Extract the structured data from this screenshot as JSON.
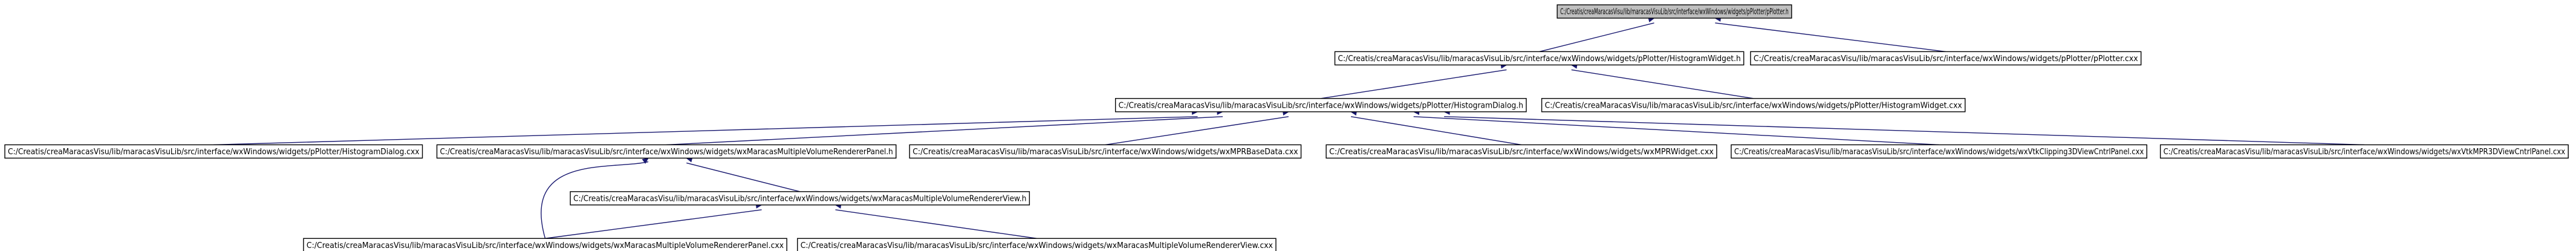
{
  "graph": {
    "nodes": {
      "root": "C:/Creatis/creaMaracasVisu/lib/maracasVisuLib/src/interface/wxWindows/widgets/pPlotter/pPlotter.h",
      "histogram_widget_h": "C:/Creatis/creaMaracasVisu/lib/maracasVisuLib/src/interface/wxWindows/widgets/pPlotter/HistogramWidget.h",
      "pplotter_cxx": "C:/Creatis/creaMaracasVisu/lib/maracasVisuLib/src/interface/wxWindows/widgets/pPlotter/pPlotter.cxx",
      "histogram_dialog_h": "C:/Creatis/creaMaracasVisu/lib/maracasVisuLib/src/interface/wxWindows/widgets/pPlotter/HistogramDialog.h",
      "histogram_widget_cxx": "C:/Creatis/creaMaracasVisu/lib/maracasVisuLib/src/interface/wxWindows/widgets/pPlotter/HistogramWidget.cxx",
      "histogram_dialog_cxx": "C:/Creatis/creaMaracasVisu/lib/maracasVisuLib/src/interface/wxWindows/widgets/pPlotter/HistogramDialog.cxx",
      "mmv_panel_h": "C:/Creatis/creaMaracasVisu/lib/maracasVisuLib/src/interface/wxWindows/widgets/wxMaracasMultipleVolumeRendererPanel.h",
      "mpr_base_data_cxx": "C:/Creatis/creaMaracasVisu/lib/maracasVisuLib/src/interface/wxWindows/widgets/wxMPRBaseData.cxx",
      "mpr_widget_cxx": "C:/Creatis/creaMaracasVisu/lib/maracasVisuLib/src/interface/wxWindows/widgets/wxMPRWidget.cxx",
      "vtk_clipping_cxx": "C:/Creatis/creaMaracasVisu/lib/maracasVisuLib/src/interface/wxWindows/widgets/wxVtkClipping3DViewCntrlPanel.cxx",
      "vtk_mpr3d_cxx": "C:/Creatis/creaMaracasVisu/lib/maracasVisuLib/src/interface/wxWindows/widgets/wxVtkMPR3DViewCntrlPanel.cxx",
      "mmv_view_h": "C:/Creatis/creaMaracasVisu/lib/maracasVisuLib/src/interface/wxWindows/widgets/wxMaracasMultipleVolumeRendererView.h",
      "mmv_panel_cxx": "C:/Creatis/creaMaracasVisu/lib/maracasVisuLib/src/interface/wxWindows/widgets/wxMaracasMultipleVolumeRendererPanel.cxx",
      "mmv_view_cxx": "C:/Creatis/creaMaracasVisu/lib/maracasVisuLib/src/interface/wxWindows/widgets/wxMaracasMultipleVolumeRendererView.cxx"
    },
    "edges": [
      {
        "from": "histogram_widget_h",
        "to": "root"
      },
      {
        "from": "pplotter_cxx",
        "to": "root"
      },
      {
        "from": "histogram_dialog_h",
        "to": "histogram_widget_h"
      },
      {
        "from": "histogram_widget_cxx",
        "to": "histogram_widget_h"
      },
      {
        "from": "histogram_dialog_cxx",
        "to": "histogram_dialog_h"
      },
      {
        "from": "mmv_panel_h",
        "to": "histogram_dialog_h"
      },
      {
        "from": "mpr_base_data_cxx",
        "to": "histogram_dialog_h"
      },
      {
        "from": "mpr_widget_cxx",
        "to": "histogram_dialog_h"
      },
      {
        "from": "vtk_clipping_cxx",
        "to": "histogram_dialog_h"
      },
      {
        "from": "vtk_mpr3d_cxx",
        "to": "histogram_dialog_h"
      },
      {
        "from": "mmv_view_h",
        "to": "mmv_panel_h"
      },
      {
        "from": "mmv_panel_cxx",
        "to": "mmv_panel_h"
      },
      {
        "from": "mmv_panel_cxx",
        "to": "mmv_view_h"
      },
      {
        "from": "mmv_view_cxx",
        "to": "mmv_view_h"
      }
    ],
    "colors": {
      "root_fill": "#bfbfbf",
      "node_fill": "#ffffff",
      "edge": "#191970"
    }
  }
}
